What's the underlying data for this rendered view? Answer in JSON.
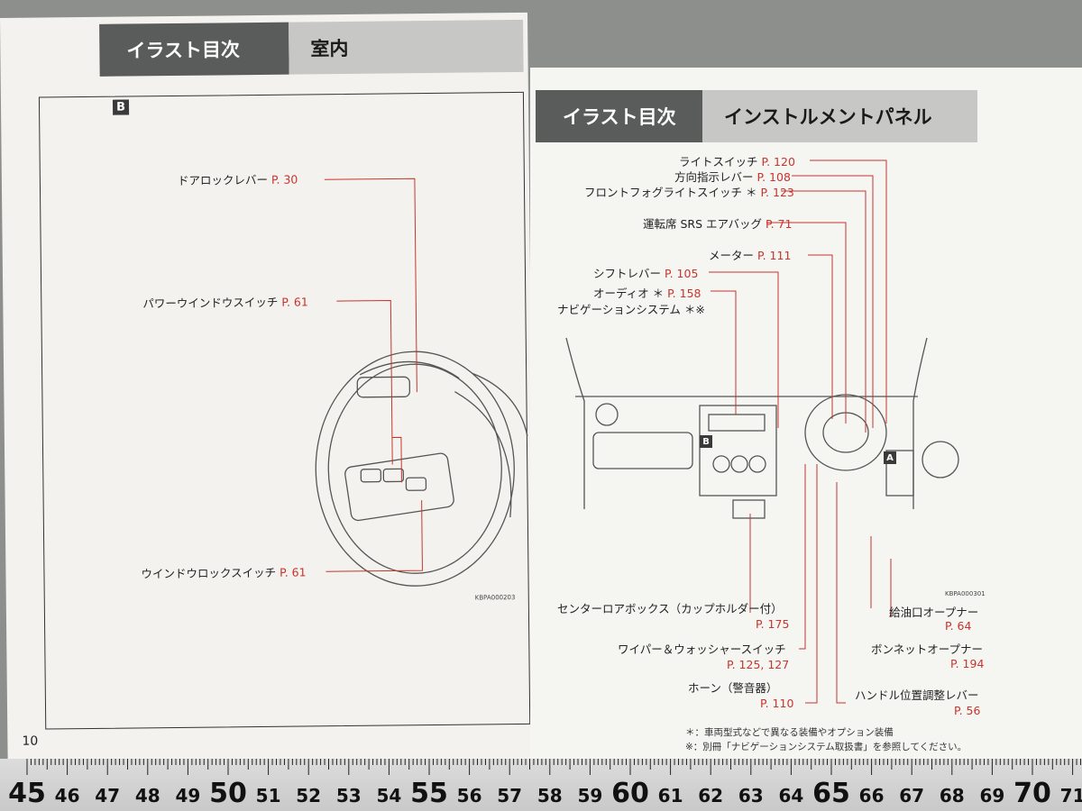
{
  "left_page": {
    "header_tab": "イラスト目次",
    "header_title": "室内",
    "section_tag": "B",
    "labels": [
      {
        "text": "ドアロックレバー",
        "ref": "P. 30"
      },
      {
        "text": "パワーウインドウスイッチ",
        "ref": "P. 61"
      },
      {
        "text": "ウインドウロックスイッチ",
        "ref": "P. 61"
      }
    ],
    "figure_code": "KBPA000203",
    "page_number": "10"
  },
  "right_page": {
    "header_tab": "イラスト目次",
    "header_title": "インストルメントパネル",
    "tag_a": "A",
    "tag_b": "B",
    "top_labels": [
      {
        "text": "ライトスイッチ",
        "ref": "P. 120"
      },
      {
        "text": "方向指示レバー",
        "ref": "P. 108"
      },
      {
        "text": "フロントフォグライトスイッチ ＊",
        "ref": "P. 123"
      },
      {
        "text": "運転席 SRS エアバッグ",
        "ref": "P. 71"
      },
      {
        "text": "メーター",
        "ref": "P. 111"
      },
      {
        "text": "シフトレバー",
        "ref": "P. 105"
      },
      {
        "text": "オーディオ ＊",
        "ref": "P. 158"
      },
      {
        "text": "ナビゲーションシステム ＊※",
        "ref": ""
      }
    ],
    "bottom_labels": [
      {
        "text": "センターロアボックス（カップホルダー付）",
        "ref": "P. 175"
      },
      {
        "text": "ワイパー＆ウォッシャースイッチ",
        "ref": "P. 125, 127"
      },
      {
        "text": "ホーン（警音器）",
        "ref": "P. 110"
      },
      {
        "text": "給油口オープナー",
        "ref": "P. 64"
      },
      {
        "text": "ボンネットオープナー",
        "ref": "P. 194"
      },
      {
        "text": "ハンドル位置調整レバー",
        "ref": "P. 56"
      }
    ],
    "figure_code": "KBPA000301",
    "notes": [
      "＊：車両型式などで異なる装備やオプション装備",
      "※：別冊「ナビゲーションシステム取扱書」を参照してください。"
    ]
  },
  "ruler": {
    "numbers": [
      "45",
      "46",
      "47",
      "48",
      "49",
      "50",
      "51",
      "52",
      "53",
      "54",
      "55",
      "56",
      "57",
      "58",
      "59",
      "60",
      "61",
      "62",
      "63",
      "64",
      "65",
      "66",
      "67",
      "68",
      "69",
      "70",
      "71"
    ]
  }
}
